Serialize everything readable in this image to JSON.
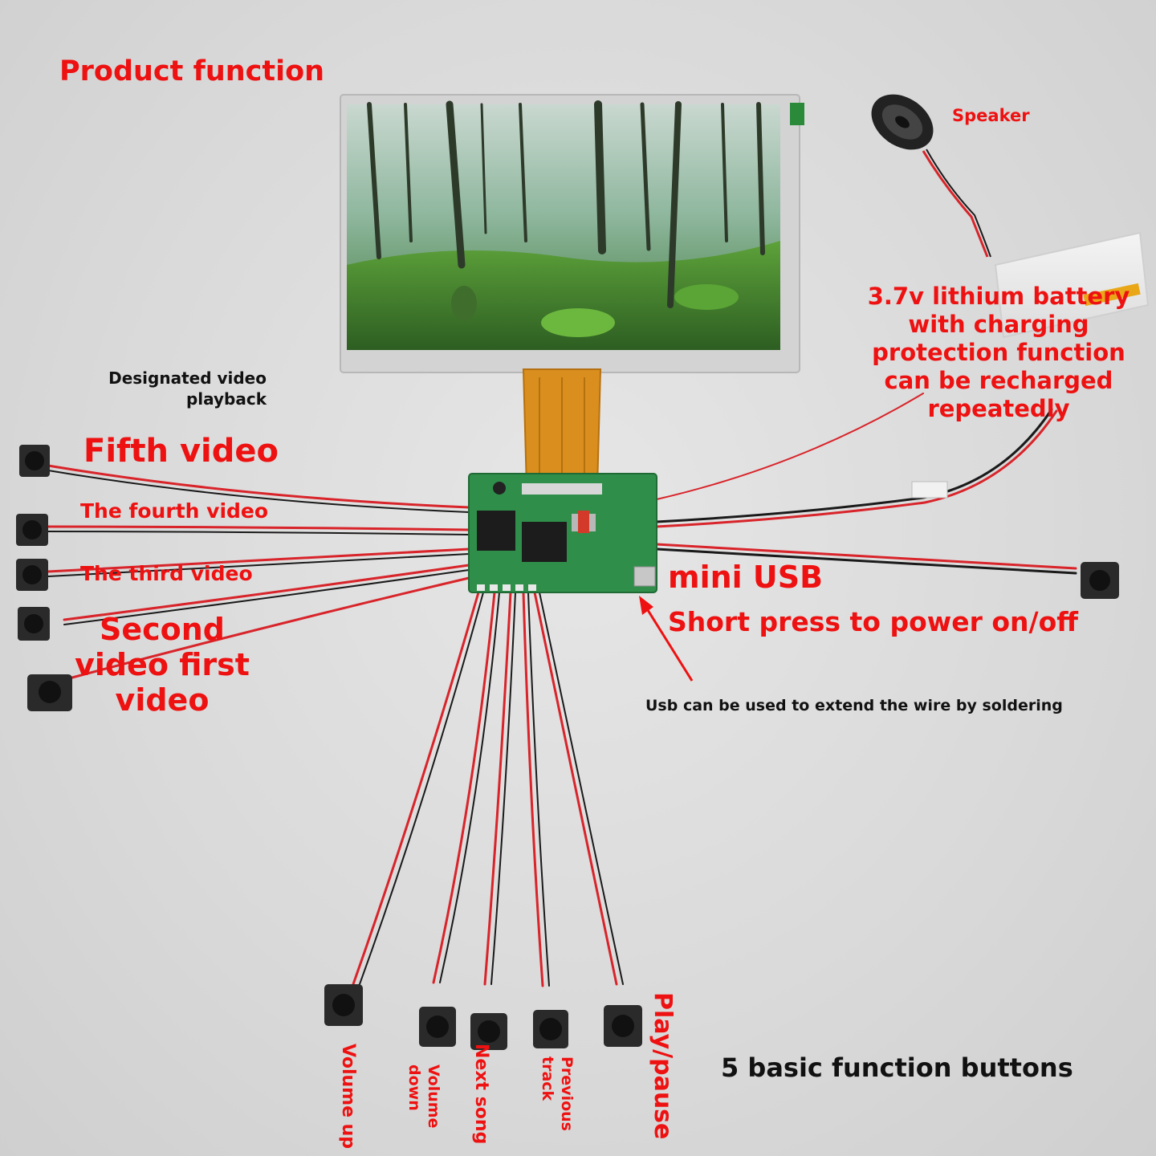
{
  "labels": {
    "product_function": "Product function",
    "speaker": "Speaker",
    "battery": [
      "3.7v lithium battery",
      "with charging",
      "protection function",
      "can be recharged",
      "repeatedly"
    ],
    "designated": [
      "Designated video",
      "playback"
    ],
    "fifth_video": "Fifth video",
    "fourth_video": "The fourth video",
    "third_video": "The third video",
    "second_first": [
      "Second",
      "video first",
      "video"
    ],
    "mini_usb": "mini USB",
    "power": "Short press to power on/off",
    "usb_note": "Usb can be used to extend the wire by soldering",
    "basic_buttons": "5 basic function buttons",
    "volume_up": "Volume up",
    "volume_down": [
      "Volume",
      "down"
    ],
    "next_song": "Next song",
    "previous_track": [
      "Previous",
      "track"
    ],
    "play_pause": "Play/pause"
  },
  "colors": {
    "label_red": "#ee1111",
    "label_black": "#111111",
    "wire_red": "#d8242a",
    "wire_black": "#1a1a1a",
    "pcb_green": "#2f8f4a"
  }
}
